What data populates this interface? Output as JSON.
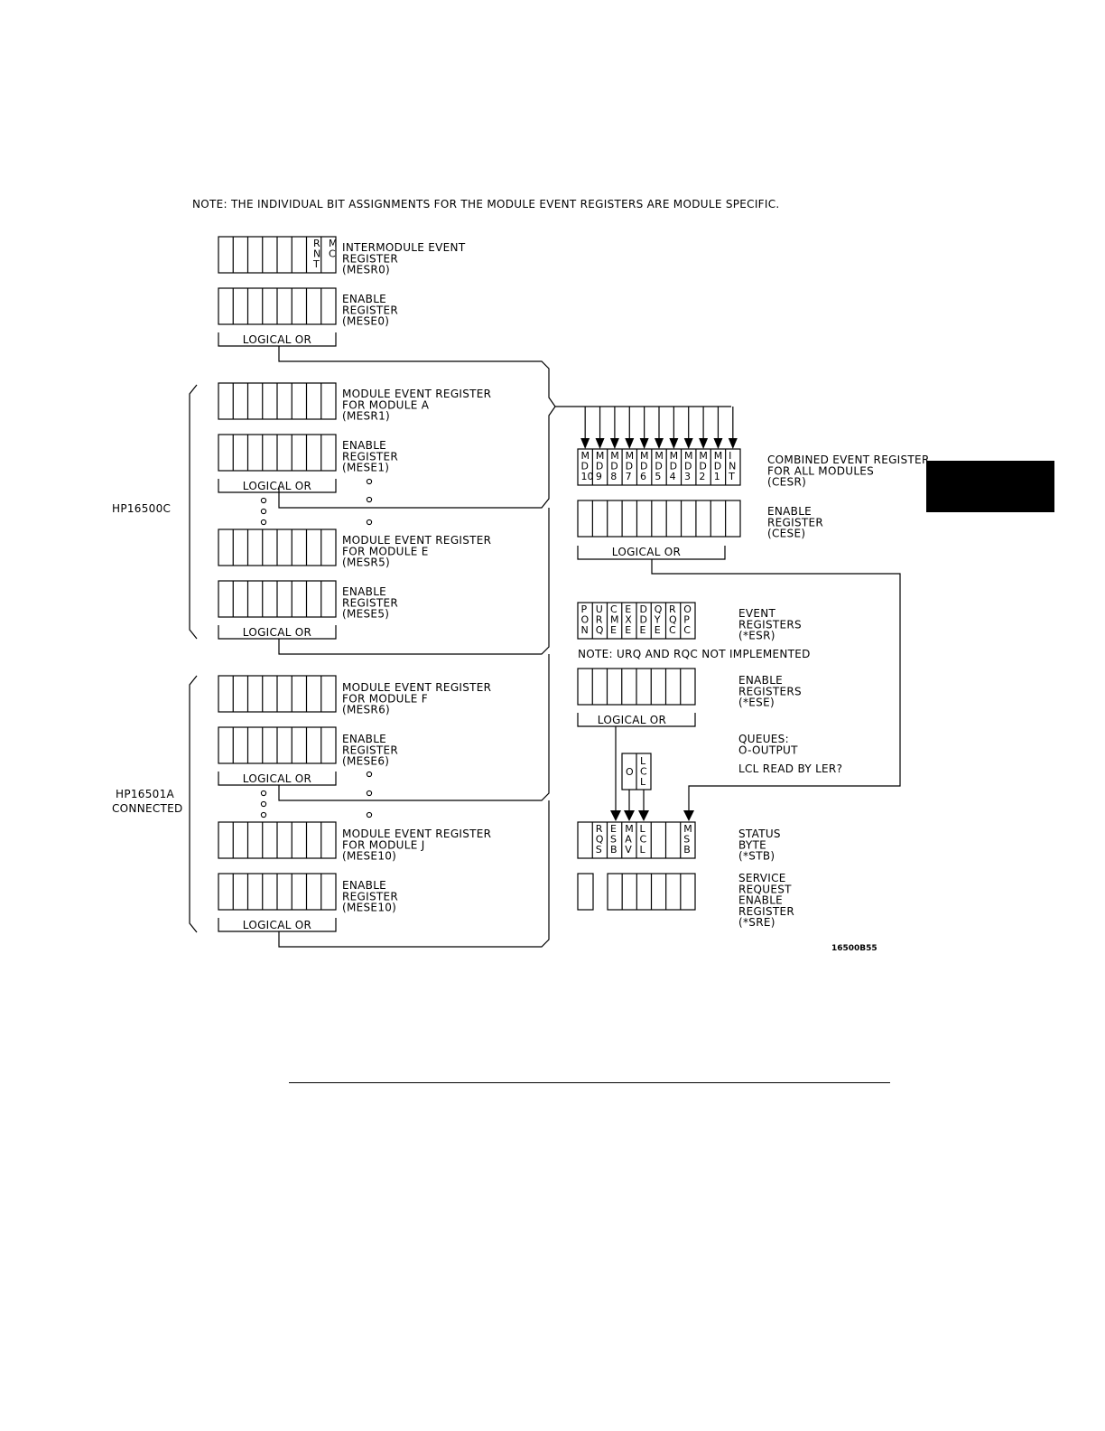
{
  "note": "NOTE: THE INDIVIDUAL BIT ASSIGNMENTS FOR THE MODULE EVENT REGISTERS ARE MODULE SPECIFIC.",
  "intermodule": {
    "lines": [
      "INTERMODULE EVENT",
      "REGISTER",
      "(MESR0)"
    ],
    "bits": [
      "R N T",
      "M C"
    ],
    "enable": [
      "ENABLE",
      "REGISTER",
      "(MESE0)"
    ]
  },
  "logical_or": "LOGICAL OR",
  "hp16500c": "HP16500C",
  "hp16501a": [
    "HP16501A",
    "CONNECTED"
  ],
  "module_a": {
    "lines": [
      "MODULE EVENT REGISTER",
      "FOR MODULE A",
      "(MESR1)"
    ],
    "enable": [
      "ENABLE",
      "REGISTER",
      "(MESE1)"
    ]
  },
  "module_e": {
    "lines": [
      "MODULE EVENT REGISTER",
      "FOR MODULE E",
      "(MESR5)"
    ],
    "enable": [
      "ENABLE",
      "REGISTER",
      "(MESE5)"
    ]
  },
  "module_f": {
    "lines": [
      "MODULE EVENT REGISTER",
      "FOR MODULE F",
      "(MESR6)"
    ],
    "enable": [
      "ENABLE",
      "REGISTER",
      "(MESE6)"
    ]
  },
  "module_j": {
    "lines": [
      "MODULE EVENT REGISTER",
      "FOR MODULE J",
      "(MESE10)"
    ],
    "enable": [
      "ENABLE",
      "REGISTER",
      "(MESE10)"
    ]
  },
  "combined": {
    "lines": [
      "COMBINED EVENT REGISTER",
      "FOR ALL MODULES",
      "(CESR)"
    ],
    "bits": [
      "M D 10",
      "M D 9",
      "M D 8",
      "M D 7",
      "M D 6",
      "M D 5",
      "M D 4",
      "M D 3",
      "M D 2",
      "M D 1",
      "I N T"
    ],
    "enable": [
      "ENABLE",
      "REGISTER",
      "(CESE)"
    ]
  },
  "event": {
    "lines": [
      "EVENT",
      "REGISTERS",
      "(*ESR)"
    ],
    "bits": [
      "P O N",
      "U R Q",
      "C M E",
      "E X E",
      "D D E",
      "Q Y E",
      "R Q C",
      "O P C"
    ],
    "note": "NOTE: URQ AND RQC NOT IMPLEMENTED",
    "enable": [
      "ENABLE",
      "REGISTERS",
      "(*ESE)"
    ]
  },
  "queues": {
    "lines": [
      "QUEUES:",
      "O-OUTPUT"
    ],
    "lcl": "LCL READ BY LER?",
    "q_o": "O",
    "q_lcl": "L C L"
  },
  "status": {
    "lines": [
      "STATUS",
      "BYTE",
      "(*STB)"
    ],
    "bits": [
      "",
      "R Q S",
      "E S B",
      "M A V",
      "L C L",
      "",
      "",
      "M S B"
    ]
  },
  "sre": {
    "lines": [
      "SERVICE",
      "REQUEST",
      "ENABLE",
      "REGISTER",
      "(*SRE)"
    ]
  },
  "figure_id": "16500B55",
  "colors": {
    "ink": "#000000",
    "background": "#ffffff",
    "link": "#2d3fd8"
  }
}
